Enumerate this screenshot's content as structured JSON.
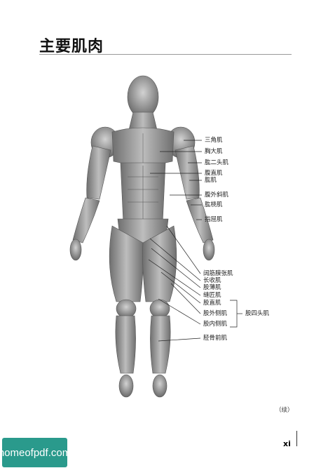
{
  "page": {
    "title": "主要肌肉",
    "continued": "（续）",
    "page_number": "xi",
    "watermark": "homeofpdf.com"
  },
  "labels": {
    "deltoid": "三角肌",
    "pectoralis_major": "胸大肌",
    "biceps": "肱二头肌",
    "rectus_abdominis": "腹直肌",
    "brachialis": "肱肌",
    "external_oblique": "腹外斜肌",
    "brachioradialis": "肱桡肌",
    "finger_flexors": "指屈肌",
    "tensor_fasciae_latae": "阔筋膜张肌",
    "adductor_longus": "长收肌",
    "gracilis": "股薄肌",
    "sartorius": "缝匠肌",
    "rectus_femoris": "股直肌",
    "vastus_lateralis": "股外侧肌",
    "vastus_medialis": "股内侧肌",
    "quadriceps": "股四头肌",
    "tibialis_anterior": "胫骨前肌"
  }
}
